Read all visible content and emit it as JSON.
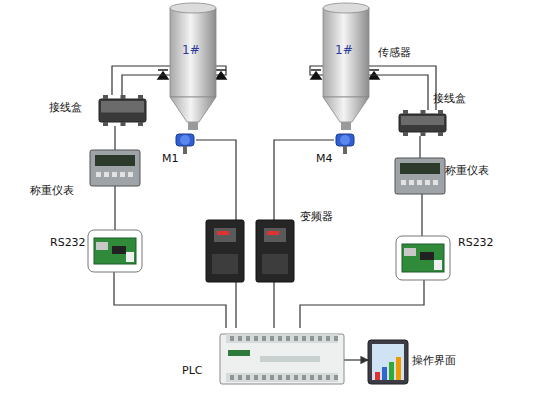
{
  "diagram": {
    "nodes": [
      {
        "text": [
          "1#"
        ]
      },
      {
        "text": [
          "1#"
        ]
      },
      {
        "text": [
          "接线盒"
        ]
      },
      {
        "text": [
          "接线盒"
        ]
      },
      {
        "text": [
          "M1"
        ]
      },
      {
        "text": [
          "M4"
        ]
      },
      {
        "text": [
          "称重仪表"
        ]
      },
      {
        "text": [
          "称重仪表"
        ]
      },
      {
        "text": [
          "变频器"
        ]
      },
      {
        "text": [
          "RS232"
        ]
      },
      {
        "text": [
          "RS232"
        ]
      },
      {
        "text": [
          "PLC"
        ]
      },
      {
        "text": [
          "操作界面"
        ]
      }
    ],
    "edges": [
      {
        "from": 0,
        "to": 2,
        "arrow": "none"
      },
      {
        "from": 1,
        "to": 3,
        "arrow": "none"
      },
      {
        "from": 2,
        "to": 6,
        "arrow": "none"
      },
      {
        "from": 3,
        "to": 7,
        "arrow": "none"
      },
      {
        "from": 6,
        "to": 9,
        "arrow": "none"
      },
      {
        "from": 7,
        "to": 10,
        "arrow": "none"
      },
      {
        "from": 9,
        "to": 11,
        "arrow": "none"
      },
      {
        "from": 10,
        "to": 11,
        "arrow": "none"
      },
      {
        "from": 4,
        "to": 8,
        "arrow": "none"
      },
      {
        "from": 5,
        "to": 8,
        "arrow": "none"
      },
      {
        "from": 8,
        "to": 11,
        "arrow": "none"
      },
      {
        "from": 11,
        "to": 12,
        "arrow": "to"
      }
    ],
    "labels": [
      "传感器"
    ]
  }
}
